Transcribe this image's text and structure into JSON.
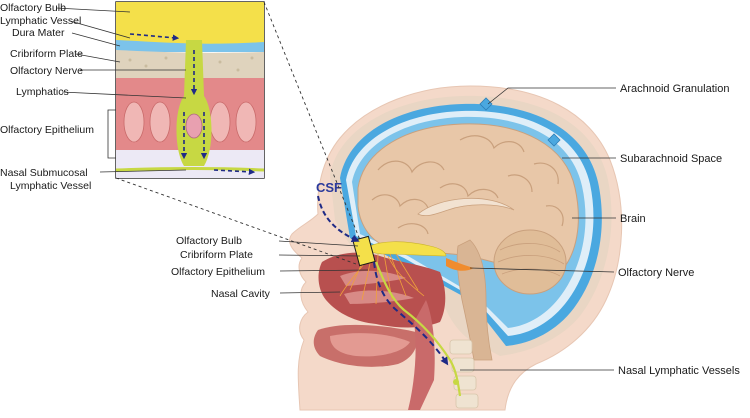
{
  "inset_labels": {
    "olfactory_bulb": "Olfactory Bulb",
    "lymphatic_vessel": "Lymphatic Vessel",
    "dura_mater": "Dura Mater",
    "cribriform_plate": "Cribriform Plate",
    "olfactory_nerve": "Olfactory Nerve",
    "lymphatics": "Lymphatics",
    "olfactory_epithelium": "Olfactory Epithelium",
    "nasal_submucosal_1": "Nasal Submucosal",
    "nasal_submucosal_2": "Lymphatic Vessel"
  },
  "left_labels": {
    "olfactory_bulb": "Olfactory Bulb",
    "cribriform_plate": "Cribriform Plate",
    "olfactory_epithelium": "Olfactory Epithelium",
    "nasal_cavity": "Nasal Cavity"
  },
  "right_labels": {
    "arachnoid_granulation": "Arachnoid Granulation",
    "subarachnoid_space": "Subarachnoid Space",
    "brain": "Brain",
    "olfactory_nerve": "Olfactory Nerve",
    "nasal_lymphatic_vessels": "Nasal Lymphatic Vessels"
  },
  "csf_label": "CSF",
  "colors": {
    "skin": "#f4d9c9",
    "csf_blue": "#4aa8e0",
    "brain": "#e8c7a8",
    "bulb_yellow": "#f4e04a",
    "arrow_navy": "#1f2a86",
    "nerve_green": "#c7d843",
    "tissue_red": "#c96a6a",
    "bone": "#dfd3bd"
  }
}
